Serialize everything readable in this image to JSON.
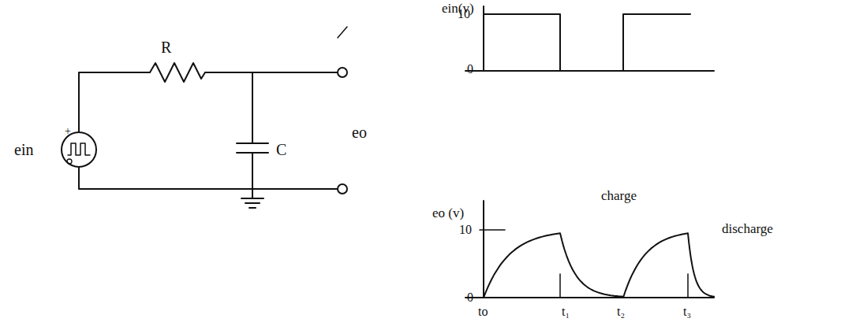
{
  "diagram": {
    "labels": [
      "ein",
      "+",
      "R",
      "C",
      "eo",
      "ein(v)",
      "10",
      "0",
      "eo (v)",
      "10",
      "0",
      "charge",
      "discharge",
      "to",
      "t₁",
      "t₂",
      "t₃"
    ]
  }
}
